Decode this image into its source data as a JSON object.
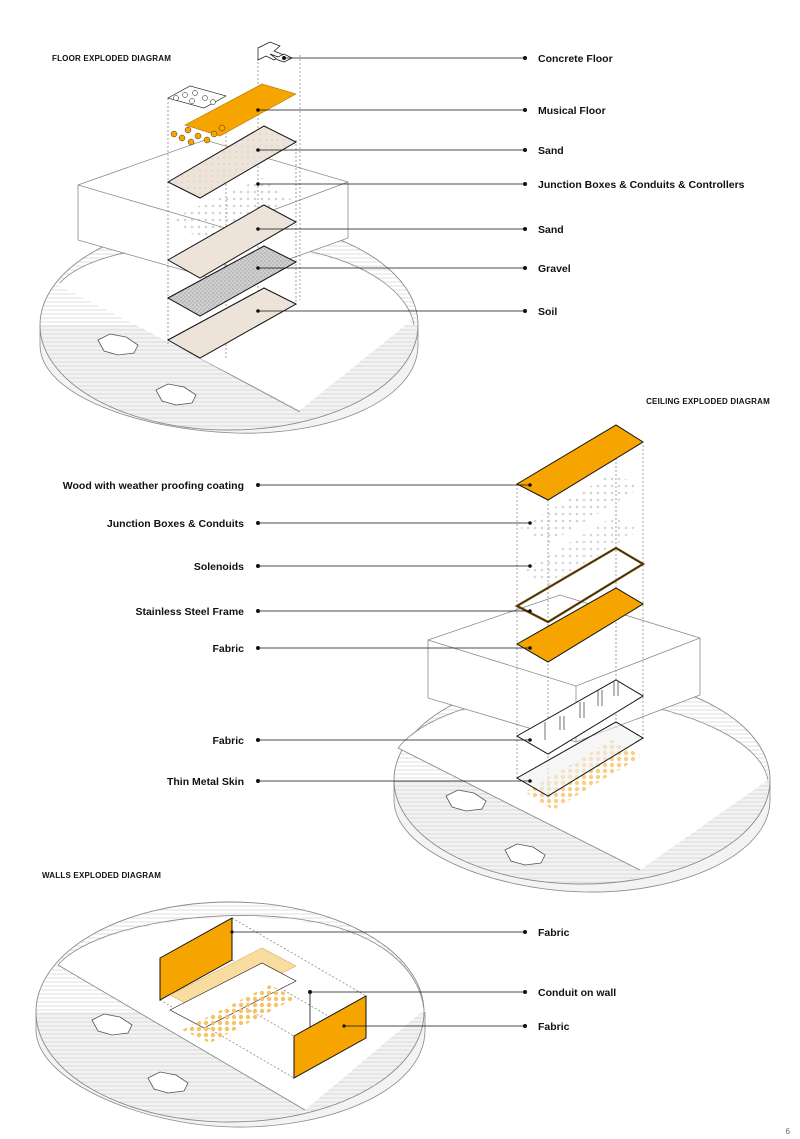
{
  "page_number": "6",
  "colors": {
    "accent": "#F5A400",
    "light_accent": "#F8DCA0",
    "sand": "#EDE3D8",
    "gravel": "#CFCFCF",
    "line": "#111111",
    "site_line": "#8a8a8a",
    "frame": "#7A5410"
  },
  "floor": {
    "title": "FLOOR EXPLODED DIAGRAM",
    "labels": [
      "Concrete Floor",
      "Musical Floor",
      "Sand",
      "Junction Boxes & Conduits & Controllers",
      "Sand",
      "Gravel",
      "Soil"
    ]
  },
  "ceiling": {
    "title": "CEILING EXPLODED DIAGRAM",
    "labels": [
      "Wood with weather proofing coating",
      "Junction Boxes & Conduits",
      "Solenoids",
      "Stainless Steel Frame",
      "Fabric",
      "Fabric",
      "Thin Metal Skin"
    ]
  },
  "walls": {
    "title": "WALLS EXPLODED DIAGRAM",
    "labels": [
      "Fabric",
      "Conduit on wall",
      "Fabric"
    ]
  }
}
